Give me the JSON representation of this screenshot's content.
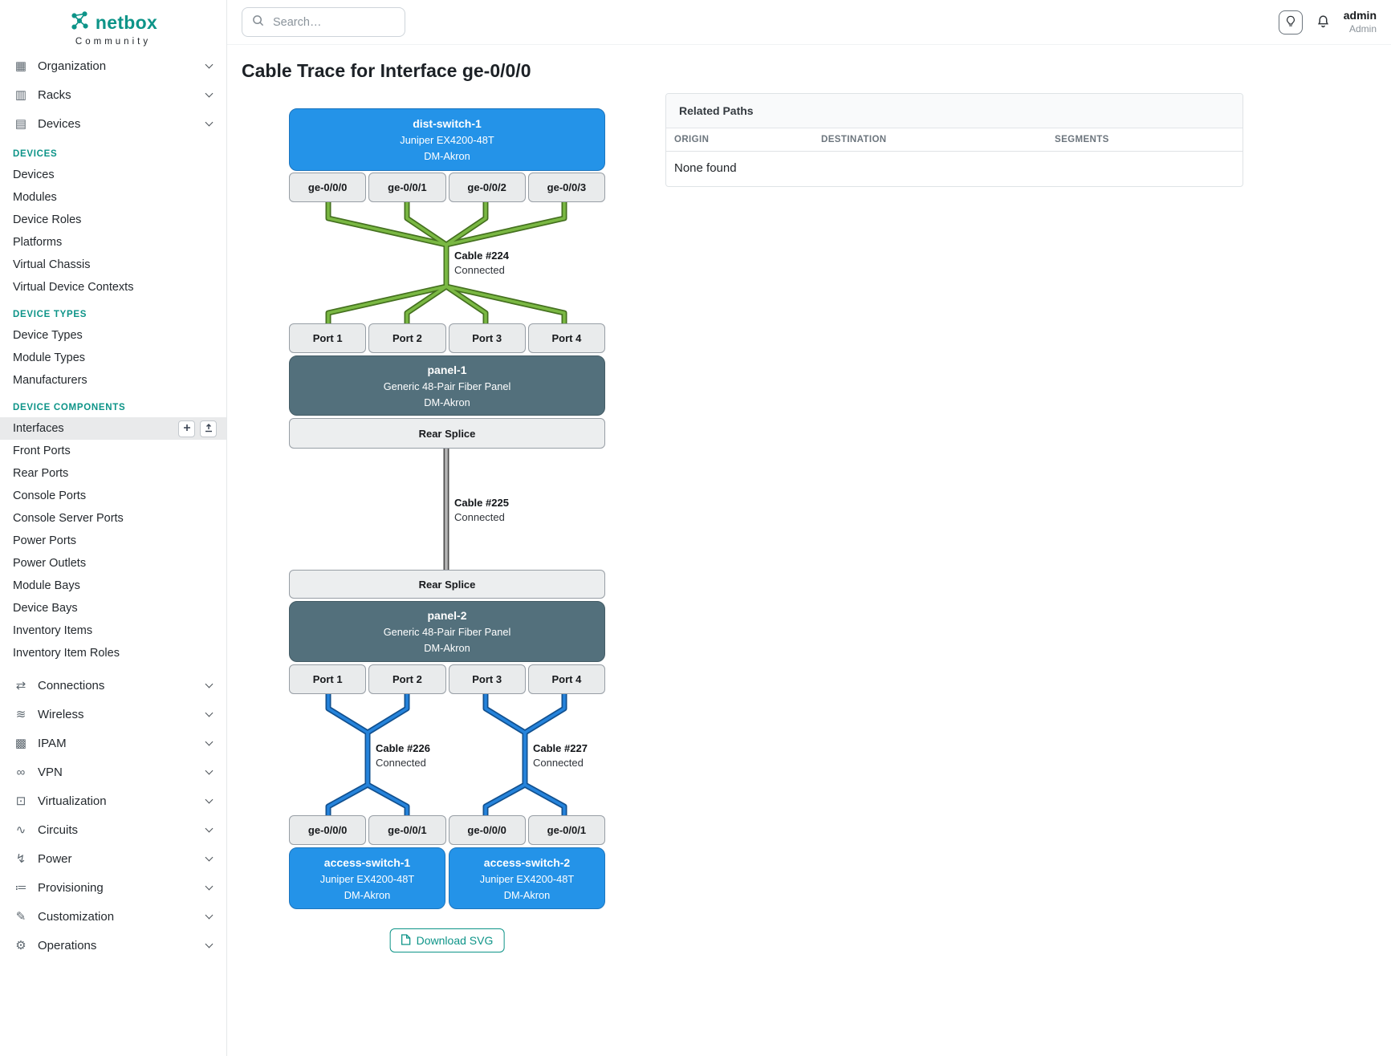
{
  "brand": {
    "name": "netbox",
    "subtitle": "Community"
  },
  "topbar": {
    "search_placeholder": "Search…",
    "user_name": "admin",
    "user_role": "Admin"
  },
  "sidebar": {
    "top_items": [
      "Organization",
      "Racks",
      "Devices"
    ],
    "sections": [
      {
        "heading": "DEVICES",
        "items": [
          "Devices",
          "Modules",
          "Device Roles",
          "Platforms",
          "Virtual Chassis",
          "Virtual Device Contexts"
        ]
      },
      {
        "heading": "DEVICE TYPES",
        "items": [
          "Device Types",
          "Module Types",
          "Manufacturers"
        ]
      },
      {
        "heading": "DEVICE COMPONENTS",
        "items": [
          "Interfaces",
          "Front Ports",
          "Rear Ports",
          "Console Ports",
          "Console Server Ports",
          "Power Ports",
          "Power Outlets",
          "Module Bays",
          "Device Bays",
          "Inventory Items",
          "Inventory Item Roles"
        ]
      }
    ],
    "active_item": "Interfaces",
    "bottom_items": [
      "Connections",
      "Wireless",
      "IPAM",
      "VPN",
      "Virtualization",
      "Circuits",
      "Power",
      "Provisioning",
      "Customization",
      "Operations"
    ],
    "icons": {
      "organization": "▦",
      "racks": "▥",
      "devices": "▤",
      "connections": "⇄",
      "wireless": "≋",
      "ipam": "▩",
      "vpn": "∞",
      "virtualization": "⊡",
      "circuits": "∿",
      "power": "↯",
      "provisioning": "≔",
      "customization": "✎",
      "operations": "⚙"
    }
  },
  "page": {
    "title": "Cable Trace for Interface ge-0/0/0"
  },
  "related_paths": {
    "title": "Related Paths",
    "columns": [
      "ORIGIN",
      "DESTINATION",
      "SEGMENTS"
    ],
    "empty_text": "None found"
  },
  "trace": {
    "dist_switch": {
      "name": "dist-switch-1",
      "model": "Juniper EX4200-48T",
      "site": "DM-Akron",
      "interfaces": [
        "ge-0/0/0",
        "ge-0/0/1",
        "ge-0/0/2",
        "ge-0/0/3"
      ]
    },
    "panel_1": {
      "name": "panel-1",
      "model": "Generic 48-Pair Fiber Panel",
      "site": "DM-Akron",
      "ports": [
        "Port 1",
        "Port 2",
        "Port 3",
        "Port 4"
      ],
      "rear_label": "Rear Splice"
    },
    "panel_2": {
      "name": "panel-2",
      "model": "Generic 48-Pair Fiber Panel",
      "site": "DM-Akron",
      "ports": [
        "Port 1",
        "Port 2",
        "Port 3",
        "Port 4"
      ],
      "rear_label": "Rear Splice"
    },
    "access_switch_1": {
      "name": "access-switch-1",
      "model": "Juniper EX4200-48T",
      "site": "DM-Akron",
      "interfaces": [
        "ge-0/0/0",
        "ge-0/0/1"
      ]
    },
    "access_switch_2": {
      "name": "access-switch-2",
      "model": "Juniper EX4200-48T",
      "site": "DM-Akron",
      "interfaces": [
        "ge-0/0/0",
        "ge-0/0/1"
      ]
    },
    "cables": {
      "c224": {
        "label": "Cable #224",
        "status": "Connected"
      },
      "c225": {
        "label": "Cable #225",
        "status": "Connected"
      },
      "c226": {
        "label": "Cable #226",
        "status": "Connected"
      },
      "c227": {
        "label": "Cable #227",
        "status": "Connected"
      }
    },
    "download_label": "Download SVG",
    "colors": {
      "accent_teal": "#0d9488",
      "device_blue": "#2493e8",
      "panel_slate": "#53707c",
      "cable_green": "#7ab843",
      "cable_green_edge": "#44701f",
      "cable_blue": "#2583db",
      "cable_blue_edge": "#11508f",
      "cable_gray": "#b6b6b6",
      "cable_gray_edge": "#4d4d4d"
    }
  }
}
